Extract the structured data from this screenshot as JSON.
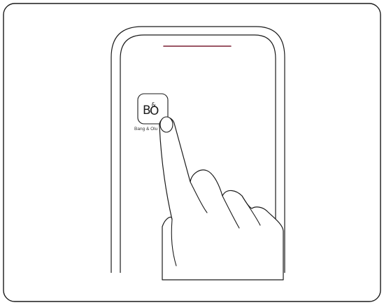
{
  "app_icon": {
    "logo_left": "B",
    "logo_amp": "&",
    "logo_right": "O",
    "label": "Bang & Olu"
  },
  "colors": {
    "line": "#1a1a1a",
    "speaker": "#7a1e32",
    "background": "#ffffff"
  },
  "icons": [
    "bang-olufsen-app-icon",
    "pointing-hand"
  ]
}
